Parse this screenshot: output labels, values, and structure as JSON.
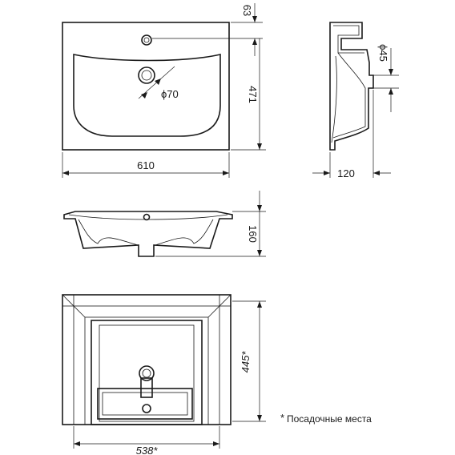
{
  "dimensions": {
    "top_depth": "63",
    "tap_diameter": "ϕ45",
    "bowl_length": "471",
    "drain_diameter": "ϕ70",
    "overall_width": "610",
    "side_width": "120",
    "height": "160",
    "mount_depth": "445*",
    "mount_width": "538*"
  },
  "note": {
    "asterisk": "*",
    "text": "Посадочные места"
  }
}
